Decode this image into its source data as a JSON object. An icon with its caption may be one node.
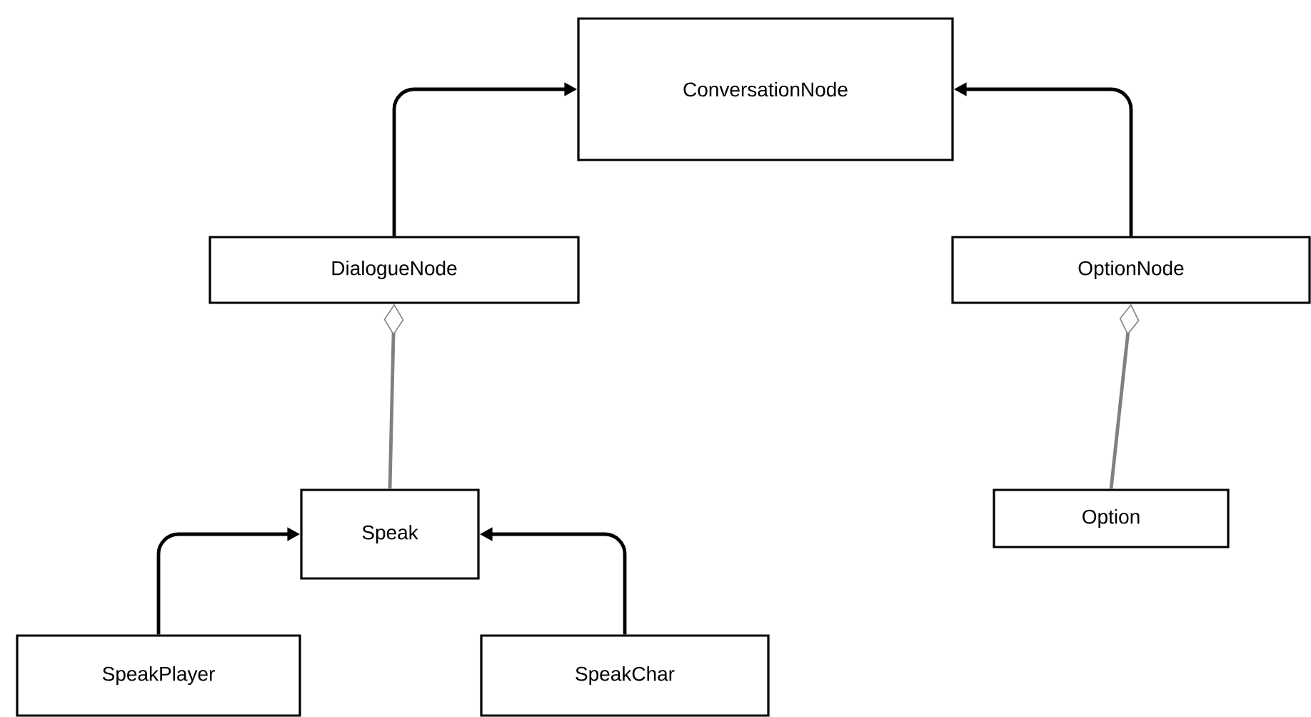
{
  "diagram": {
    "nodes": [
      {
        "text": [
          "ConversationNode"
        ]
      },
      {
        "text": [
          "DialogueNode"
        ]
      },
      {
        "text": [
          "OptionNode"
        ]
      },
      {
        "text": [
          "Speak"
        ]
      },
      {
        "text": [
          "Option"
        ]
      },
      {
        "text": [
          "SpeakPlayer"
        ]
      },
      {
        "text": [
          "SpeakChar"
        ]
      }
    ],
    "edges": [
      {
        "from": 1,
        "to": 0,
        "arrow": "to"
      },
      {
        "from": 2,
        "to": 0,
        "arrow": "to"
      },
      {
        "from": 3,
        "to": 1,
        "arrow": "other",
        "color": "#808080"
      },
      {
        "from": 4,
        "to": 2,
        "arrow": "other",
        "color": "#808080"
      },
      {
        "from": 5,
        "to": 3,
        "arrow": "to"
      },
      {
        "from": 6,
        "to": 3,
        "arrow": "to"
      }
    ]
  }
}
